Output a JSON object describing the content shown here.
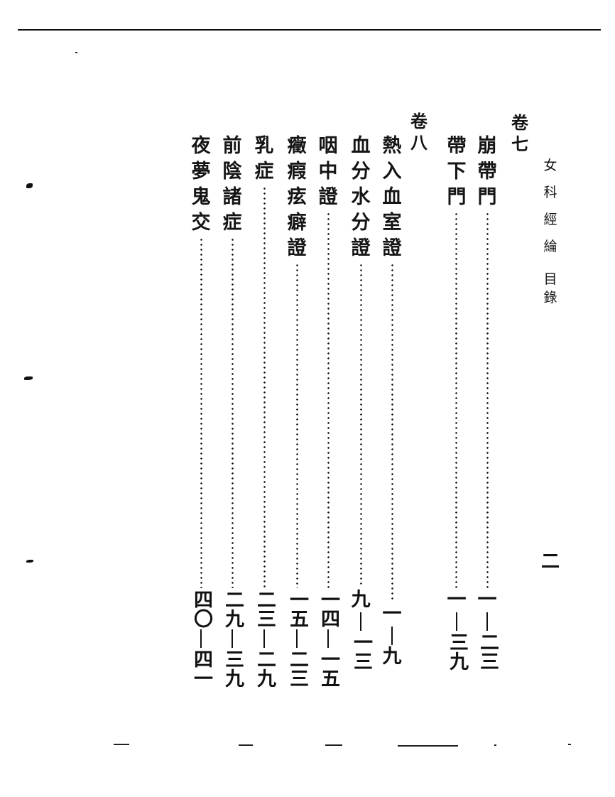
{
  "header": {
    "book_title": [
      "女",
      "科",
      "經",
      "綸"
    ],
    "section": [
      "目",
      "錄"
    ],
    "page_number": "二"
  },
  "toc": {
    "volumes": [
      {
        "label": [
          "卷",
          "七"
        ],
        "entries": [
          {
            "title": [
              "崩",
              "帶",
              "門"
            ],
            "pages": [
              "一",
              "｜",
              "二三"
            ],
            "range": "1-23"
          },
          {
            "title": [
              "帶",
              "下",
              "門"
            ],
            "pages": [
              "一",
              "｜",
              "三九"
            ],
            "range": "1-39"
          }
        ]
      },
      {
        "label": [
          "卷",
          "八"
        ],
        "entries": [
          {
            "title": [
              "熱",
              "入",
              "血",
              "室",
              "證"
            ],
            "pages": [
              "一",
              "｜",
              "九"
            ],
            "range": "1-9"
          },
          {
            "title": [
              "血",
              "分",
              "水",
              "分",
              "證"
            ],
            "pages": [
              "九",
              "｜",
              "一三"
            ],
            "range": "9-13"
          },
          {
            "title": [
              "咽",
              "中",
              "證"
            ],
            "pages": [
              "一四",
              "｜",
              "一五"
            ],
            "range": "14-15"
          },
          {
            "title": [
              "癥",
              "瘕",
              "痃",
              "癖",
              "證"
            ],
            "pages": [
              "一五",
              "｜",
              "二三"
            ],
            "range": "15-23"
          },
          {
            "title": [
              "乳",
              "症"
            ],
            "pages": [
              "二三",
              "｜",
              "二九"
            ],
            "range": "23-29"
          },
          {
            "title": [
              "前",
              "陰",
              "諸",
              "症"
            ],
            "pages": [
              "二九",
              "｜",
              "三九"
            ],
            "range": "29-39"
          },
          {
            "title": [
              "夜",
              "夢",
              "鬼",
              "交"
            ],
            "pages": [
              "四〇",
              "｜",
              "四一"
            ],
            "range": "40-41"
          }
        ]
      }
    ]
  }
}
